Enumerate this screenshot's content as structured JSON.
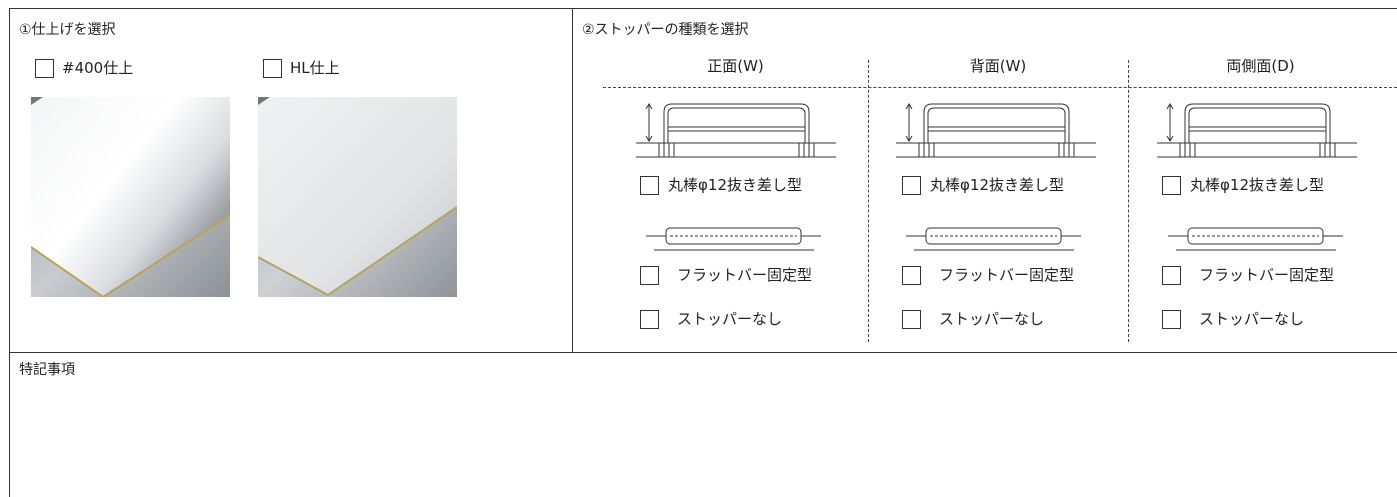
{
  "finish": {
    "title": "①仕上げを選択",
    "options": [
      "#400仕上",
      "HL仕上"
    ]
  },
  "stopper": {
    "title": "②ストッパーの種類を選択",
    "columns": [
      "正面(W)",
      "背面(W)",
      "両側面(D)"
    ],
    "options": {
      "round_bar": "丸棒φ12抜き差し型",
      "flat_bar": "フラットバー固定型",
      "none": "ストッパーなし"
    }
  },
  "notes": {
    "title": "特記事項"
  }
}
